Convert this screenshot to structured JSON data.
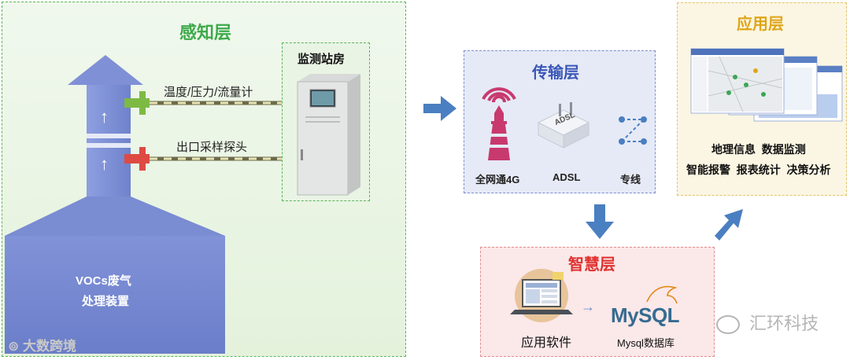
{
  "perception": {
    "title": "感知层",
    "station_label": "监测站房",
    "sensor1_label": "温度/压力/流量计",
    "sensor2_label": "出口采样探头",
    "device_label": "VOCs废气处理装置",
    "device_line1": "VOCs废气",
    "device_line2": "处理装置",
    "up_arrow_glyph": "↑"
  },
  "transmission": {
    "title": "传输层",
    "items": [
      {
        "label": "全网通4G",
        "icon": "lighthouse-icon"
      },
      {
        "label": "ADSL",
        "icon": "adsl-modem-icon",
        "device_text": "ADSL"
      },
      {
        "label": "专线",
        "icon": "dedicated-line-icon"
      }
    ]
  },
  "application": {
    "title": "应用层",
    "features_line1": "地理信息  数据监测",
    "features_line2": "智能报警  报表统计  决策分析"
  },
  "intelligence": {
    "title": "智慧层",
    "software_label": "应用软件",
    "db_logo_text": "MySQL",
    "db_label": "Mysql数据库"
  },
  "watermarks": {
    "left": "大数跨境",
    "right": "汇环科技"
  },
  "colors": {
    "green_border": "#59b55a",
    "green_title": "#3daa4a",
    "blue_title": "#3a57b8",
    "red_title": "#e0312f",
    "gold_title": "#e0a516",
    "arrow_blue": "#4a7fc1",
    "chimney": "#7d8fd4"
  }
}
